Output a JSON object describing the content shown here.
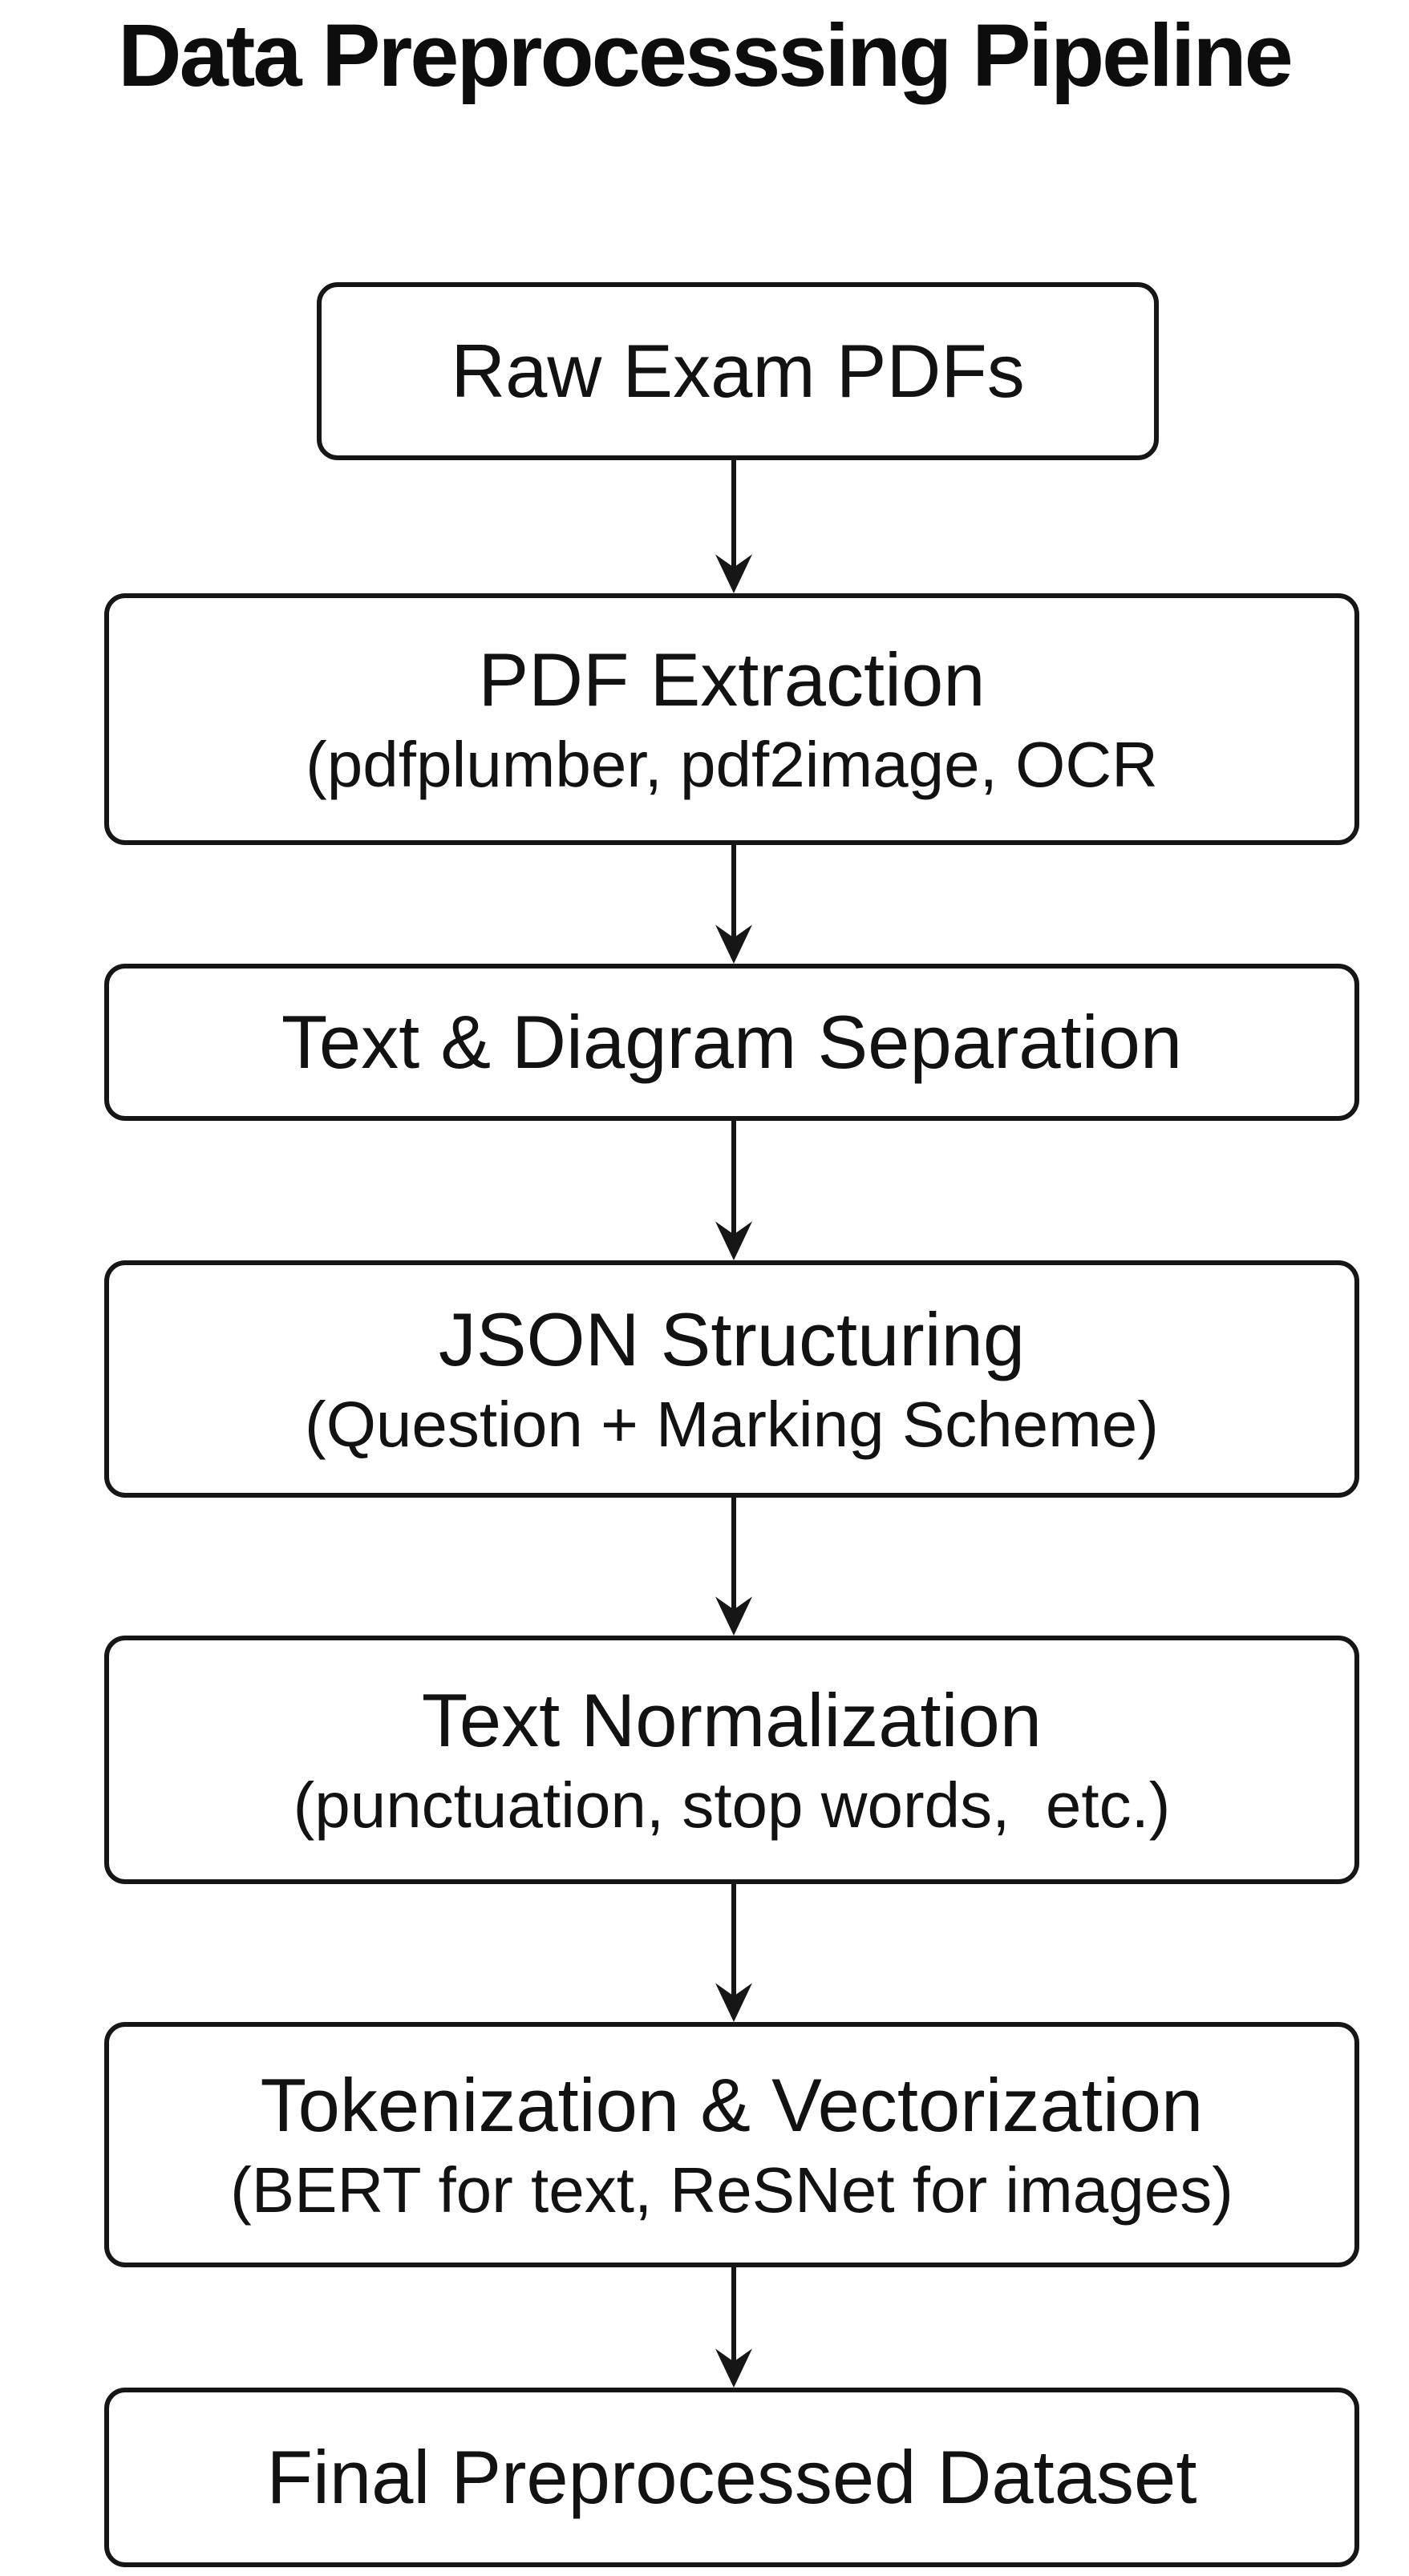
{
  "title": "Data Preprocesssing Pipeline",
  "pipeline": {
    "nodes": [
      {
        "label": "Raw Exam PDFs",
        "sublabel": ""
      },
      {
        "label": "PDF Extraction",
        "sublabel": "(pdfplumber, pdf2image, OCR"
      },
      {
        "label": "Text & Diagram Separation",
        "sublabel": ""
      },
      {
        "label": "JSON Structuring",
        "sublabel": "(Question + Marking Scheme)"
      },
      {
        "label": "Text Normalization",
        "sublabel": "(punctuation, stop words,  etc.)"
      },
      {
        "label": "Tokenization & Vectorization",
        "sublabel": "(BERT for text, ReSNet for images)"
      },
      {
        "label": "Final Preprocessed Dataset",
        "sublabel": ""
      }
    ],
    "colors": {
      "background": "#ffffff",
      "box_fill": "#ffffff",
      "box_border": "#161616",
      "text": "#121212",
      "arrow": "#161616"
    }
  }
}
